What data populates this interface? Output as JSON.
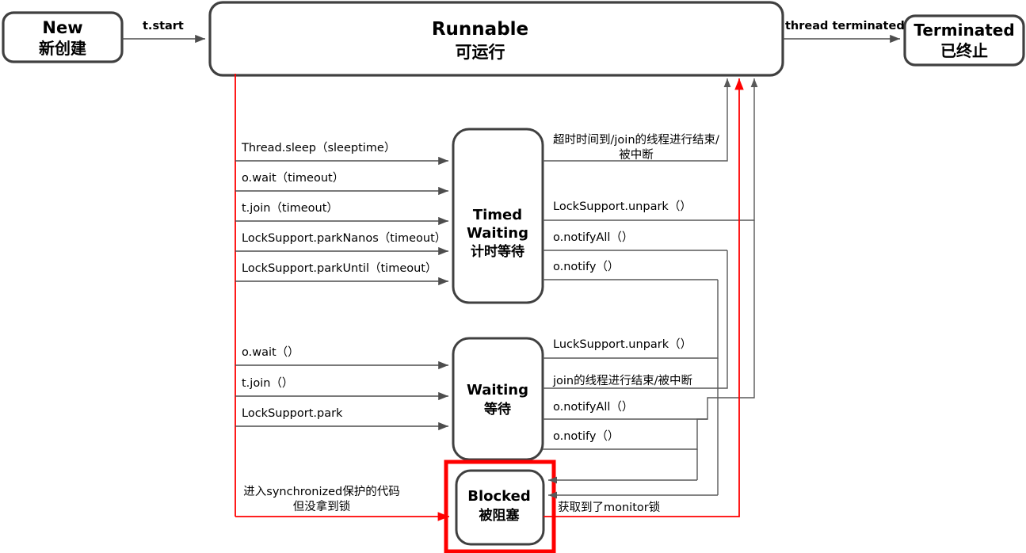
{
  "diagram": {
    "title": "Java Thread State Transition Diagram",
    "colors": {
      "box_stroke": "#404040",
      "edge": "#4d4d4d",
      "highlight": "#ff0000",
      "background": "#ffffff"
    },
    "states": [
      {
        "id": "new",
        "en": "New",
        "zh": "新创建",
        "highlighted": false
      },
      {
        "id": "runnable",
        "en": "Runnable",
        "zh": "可运行",
        "highlighted": false
      },
      {
        "id": "terminated",
        "en": "Terminated",
        "zh": "已终止",
        "highlighted": false
      },
      {
        "id": "timed_waiting",
        "en": "Timed",
        "en2": "Waiting",
        "zh": "计时等待",
        "highlighted": false
      },
      {
        "id": "waiting",
        "en": "Waiting",
        "zh": "等待",
        "highlighted": false
      },
      {
        "id": "blocked",
        "en": "Blocked",
        "zh": "被阻塞",
        "highlighted": true
      }
    ],
    "top_edges": [
      {
        "id": "start",
        "label": "t.start",
        "from": "new",
        "to": "runnable"
      },
      {
        "id": "terminate",
        "label": "thread terminated",
        "from": "runnable",
        "to": "terminated"
      }
    ],
    "to_timed_waiting": [
      {
        "id": "sleep",
        "label": "Thread.sleep（sleeptime）"
      },
      {
        "id": "owait-timeout",
        "label": "o.wait（timeout）"
      },
      {
        "id": "tjoin-timeout",
        "label": "t.join（timeout）"
      },
      {
        "id": "parknanos",
        "label": "LockSupport.parkNanos（timeout）"
      },
      {
        "id": "parkuntil",
        "label": "LockSupport.parkUntil（timeout）"
      }
    ],
    "from_timed_waiting": [
      {
        "id": "timeout-join-interrupt",
        "label": "超时时间到/join的线程进行结束/",
        "label2": "被中断"
      },
      {
        "id": "unpark",
        "label": "LockSupport.unpark（）"
      },
      {
        "id": "notifyall",
        "label": "o.notifyAll（）"
      },
      {
        "id": "notify",
        "label": "o.notify（）"
      }
    ],
    "to_waiting": [
      {
        "id": "owait",
        "label": "o.wait（）"
      },
      {
        "id": "tjoin",
        "label": "t.join（）"
      },
      {
        "id": "park",
        "label": "LockSupport.park"
      }
    ],
    "from_waiting": [
      {
        "id": "luck-unpark",
        "label": "LuckSupport.unpark（）"
      },
      {
        "id": "join-finished",
        "label": "join的线程进行结束/被中断"
      },
      {
        "id": "w-notifyall",
        "label": "o.notifyAll（）"
      },
      {
        "id": "w-notify",
        "label": "o.notify（）"
      }
    ],
    "to_blocked": {
      "id": "enter-sync",
      "label": "进入synchronized保护的代码",
      "label2": "但没拿到锁"
    },
    "from_blocked": {
      "id": "got-monitor",
      "label": "获取到了monitor锁"
    }
  }
}
